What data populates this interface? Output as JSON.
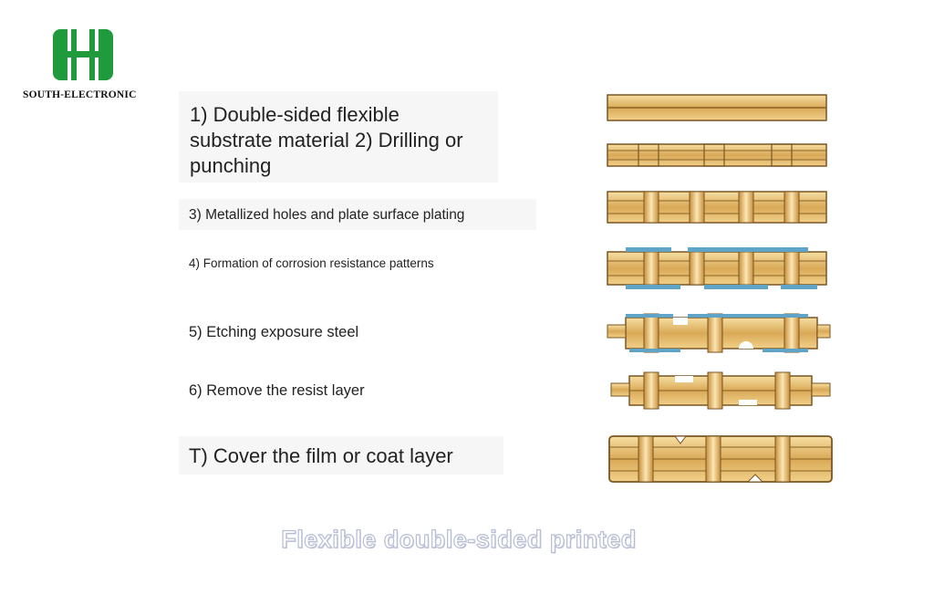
{
  "logo": {
    "brand_name": "SOUTH-ELECTRONIC",
    "color": "#1f9a3c"
  },
  "steps": [
    {
      "text": "1) Double-sided flexible substrate material  2) Drilling or punching"
    },
    {
      "text": "3) Metallized holes and plate surface plating"
    },
    {
      "text": "4) Formation of corrosion resistance patterns"
    },
    {
      "text": "5) Etching exposure steel"
    },
    {
      "text": "6) Remove the resist layer"
    },
    {
      "text": "T) Cover the film or coat layer"
    }
  ],
  "caption": "Flexible double-sided printed",
  "colors": {
    "copper": "#e2b86a",
    "copper_dark": "#7a5520",
    "resist": "#5fa3c6",
    "substrate": "#f3dca4"
  }
}
